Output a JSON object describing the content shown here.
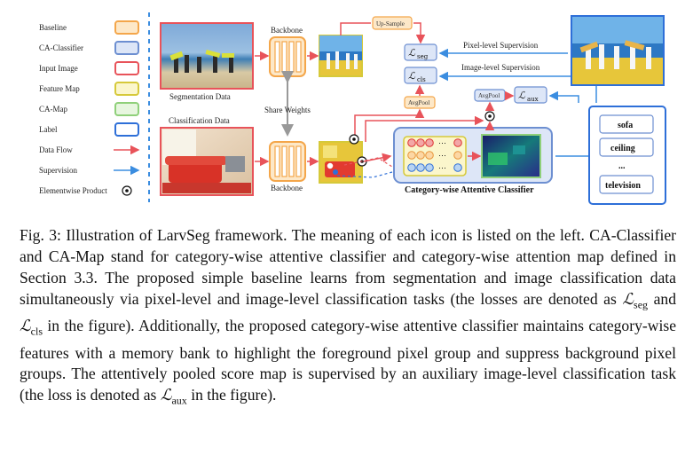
{
  "legend": [
    {
      "label": "Baseline",
      "color": "#f4a64a",
      "fill": "#fde8c8"
    },
    {
      "label": "CA-Classifier",
      "color": "#6d8fd1",
      "fill": "#dde6f7"
    },
    {
      "label": "Input Image",
      "color": "#e8535a",
      "fill": "#ffffff"
    },
    {
      "label": "Feature Map",
      "color": "#d6c93a",
      "fill": "#fbf6cc"
    },
    {
      "label": "CA-Map",
      "color": "#8fd07a",
      "fill": "#e7f6df"
    },
    {
      "label": "Label",
      "color": "#2e6fd8",
      "fill": "#ffffff"
    },
    {
      "label": "Data Flow",
      "color": "#e8535a"
    },
    {
      "label": "Supervision",
      "color": "#3b8de0"
    },
    {
      "label": "Elementwise Product",
      "color": "#111111"
    }
  ],
  "diagram": {
    "segmentation_data": "Segmentation Data",
    "classification_data": "Classification Data",
    "backbone_top": "Backbone",
    "backbone_bottom": "Backbone",
    "share_weights": "Share Weights",
    "up_sample": "Up-Sample",
    "avgpool_cls": "AvgPool",
    "avgpool_aux": "AvgPool",
    "loss_seg": "seg",
    "loss_cls": "cls",
    "loss_aux": "aux",
    "loss_symbol": "ℒ",
    "pixel_supervision": "Pixel-level Supervision",
    "image_supervision": "Image-level Supervision",
    "ca_classifier_title": "Category-wise Attentive Classifier",
    "memory_dots": "⋯",
    "labels": [
      "sofa",
      "ceiling",
      "...",
      "television"
    ]
  },
  "caption": {
    "prefix": "Fig. 3: Illustration of LarvSeg framework. The meaning of each icon is listed on the left. CA-Classifier and CA-Map stand for category-wise attentive classifier and category-wise attention map defined in Section 3.3. The proposed simple baseline learns from segmentation and image classification data simultaneously via pixel-level and image-level classification tasks (the losses are denoted as ",
    "loss_seg": "ℒ",
    "loss_seg_sub": "seg",
    "and": " and ",
    "loss_cls": "ℒ",
    "loss_cls_sub": "cls",
    "middle": " in the figure). Additionally, the proposed category-wise attentive classifier maintains category-wise features with a memory bank to highlight the foreground pixel group and suppress background pixel groups. The attentively pooled score map is supervised by an auxiliary image-level classification task (the loss is denoted as ",
    "loss_aux": "ℒ",
    "loss_aux_sub": "aux",
    "suffix": " in the figure)."
  }
}
